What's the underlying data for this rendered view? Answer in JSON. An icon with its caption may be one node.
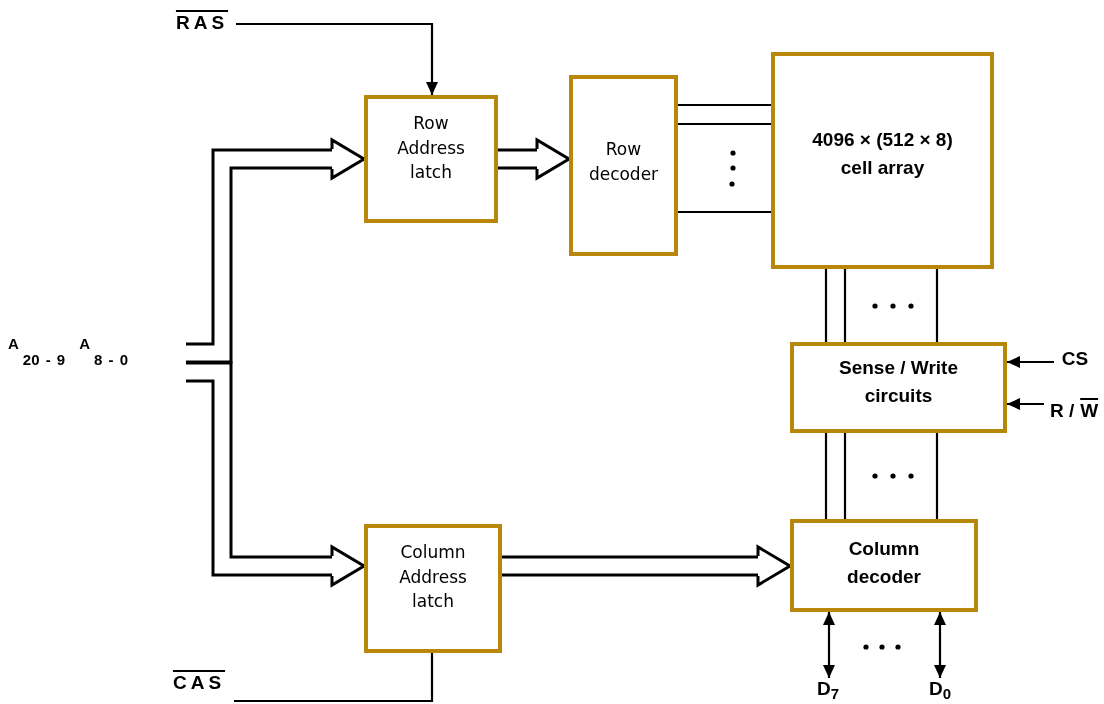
{
  "diagram": {
    "nodes": [
      {
        "text": [
          "RAS"
        ]
      },
      {
        "text": [
          "Row Address latch"
        ]
      },
      {
        "text": [
          "Row decoder"
        ]
      },
      {
        "text": [
          "4096 × (512 × 8) cell array"
        ]
      },
      {
        "text": [
          "Sense / Write circuits"
        ]
      },
      {
        "text": [
          "Column decoder"
        ]
      },
      {
        "text": [
          "Column Address latch"
        ]
      },
      {
        "text": [
          "CAS"
        ]
      },
      {
        "text": [
          "CS"
        ]
      },
      {
        "text": [
          "R /",
          "W"
        ]
      },
      {
        "text": [
          "D$_{7}$"
        ]
      },
      {
        "text": [
          "D$_{0}$"
        ]
      },
      {
        "text": [
          "A$_{20 - 9}$",
          "A$_{8 - 0}$"
        ]
      }
    ],
    "edges": [
      {
        "from": 0,
        "to": 1,
        "arrow": "to"
      },
      {
        "from": 12,
        "to": 1,
        "arrow": "to",
        "style": "thick"
      },
      {
        "from": 12,
        "to": 6,
        "arrow": "to",
        "style": "thick"
      },
      {
        "from": 1,
        "to": 2,
        "arrow": "to",
        "style": "thick"
      },
      {
        "from": 2,
        "to": 3,
        "arrow": "none"
      },
      {
        "from": 3,
        "to": 4,
        "arrow": "none"
      },
      {
        "from": 4,
        "to": 5,
        "arrow": "none"
      },
      {
        "from": 6,
        "to": 5,
        "arrow": "to",
        "style": "thick"
      },
      {
        "from": 8,
        "to": 4,
        "arrow": "to"
      },
      {
        "from": 9,
        "to": 4,
        "arrow": "to"
      },
      {
        "from": 5,
        "to": 10,
        "arrow": "both"
      },
      {
        "from": 5,
        "to": 11,
        "arrow": "both"
      },
      {
        "from": 7,
        "to": 6,
        "arrow": "none"
      }
    ]
  }
}
